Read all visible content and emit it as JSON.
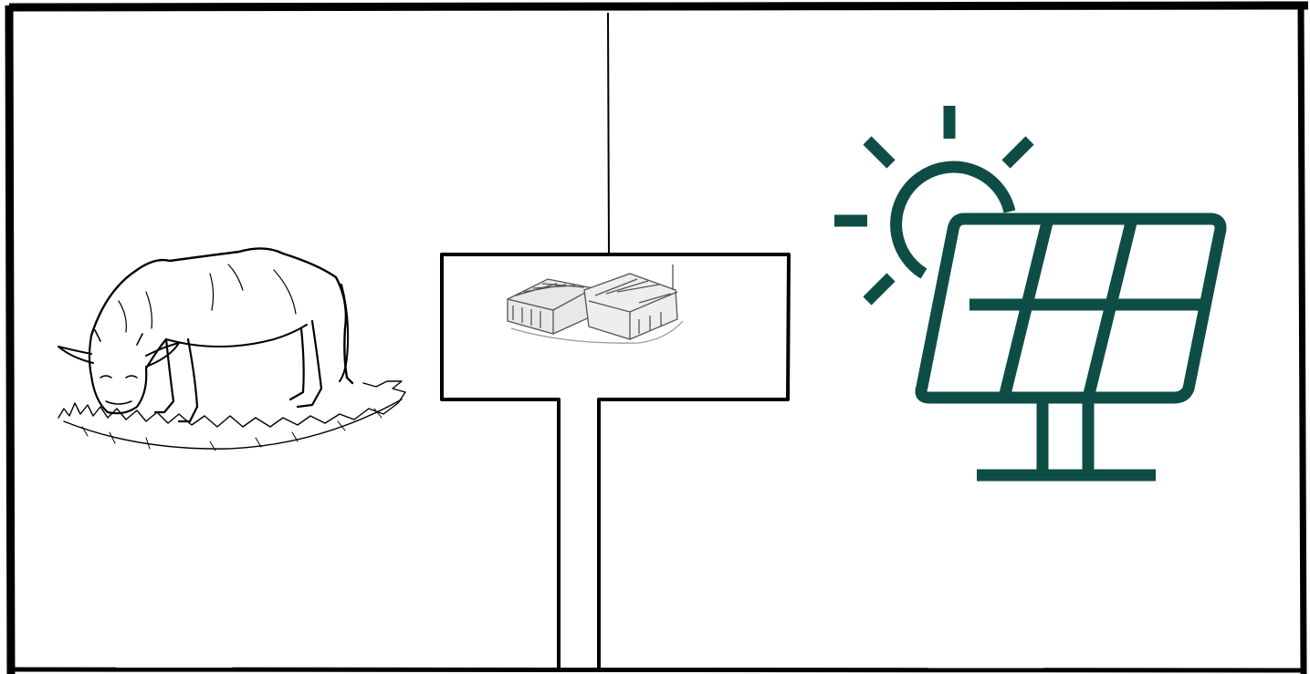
{
  "diagram": {
    "panels": [
      {
        "name": "grazing-cow",
        "icon": "cow-icon"
      },
      {
        "name": "farm-building",
        "icon": "farm-building-icon"
      },
      {
        "name": "solar-panel",
        "icon": "solar-panel-icon"
      }
    ],
    "colors": {
      "frame": "#000000",
      "background": "#ffffff",
      "solar_icon": "#0e4d45"
    }
  }
}
